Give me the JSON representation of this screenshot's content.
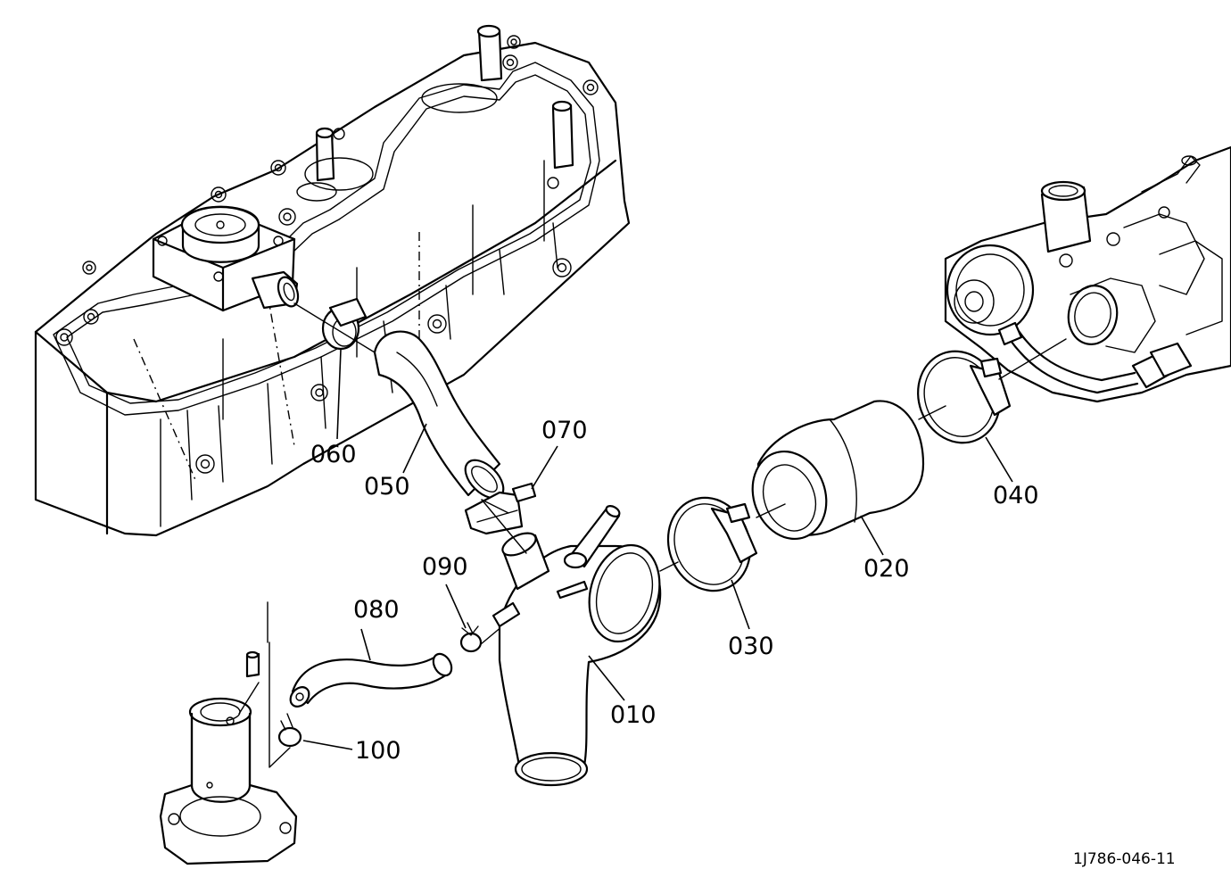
{
  "callouts": {
    "p010": "010",
    "p020": "020",
    "p030": "030",
    "p040": "040",
    "p050": "050",
    "p060": "060",
    "p070": "070",
    "p080": "080",
    "p090": "090",
    "p100": "100"
  },
  "doc_id": "1J786-046-11"
}
